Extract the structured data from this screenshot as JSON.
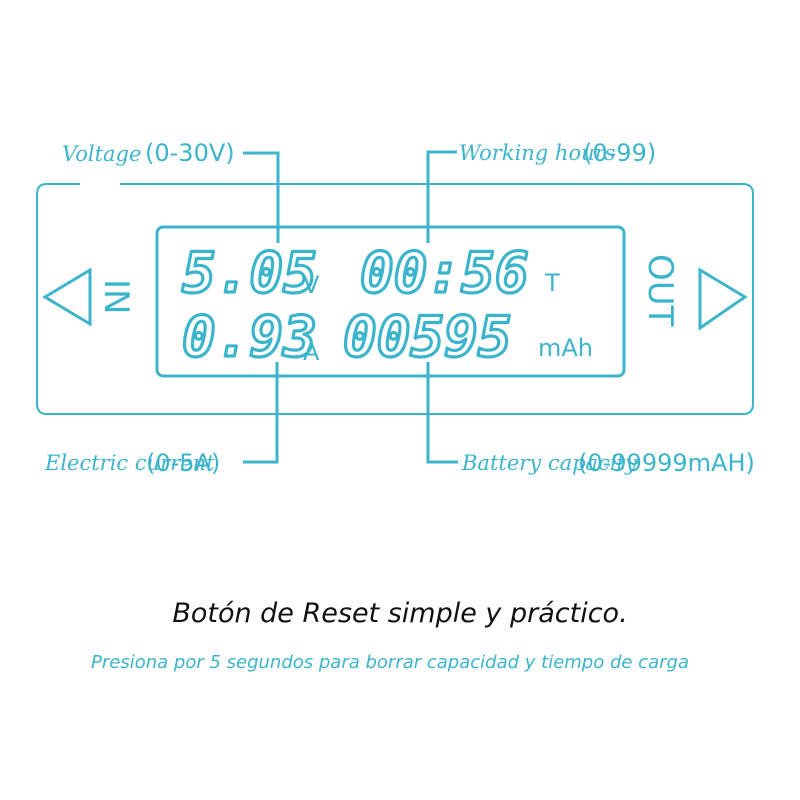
{
  "colors": {
    "accent": "#3cb5cc",
    "text": "#111111"
  },
  "display": {
    "voltage": "5.05",
    "voltage_unit": "V",
    "time": "00:56",
    "time_unit": "T",
    "current": "0.93",
    "current_unit": "A",
    "capacity": "00595",
    "capacity_unit": "mAh"
  },
  "sides": {
    "input": "IN",
    "output": "OUT"
  },
  "labels": {
    "voltage_name": "Voltage",
    "voltage_range": "(0-30V)",
    "hours_name": "Working hours",
    "hours_range": "(0-99)",
    "current_name": "Electric current",
    "current_range": "(0-5A)",
    "capacity_name": "Battery capacity",
    "capacity_range": "(0-99999mAH)"
  },
  "caption": {
    "title": "Botón de Reset simple y práctico.",
    "subtitle": "Presiona por 5 segundos para borrar capacidad y tiempo de carga"
  },
  "icons": {
    "input_arrow": "left-triangle-icon",
    "output_arrow": "right-triangle-icon"
  }
}
